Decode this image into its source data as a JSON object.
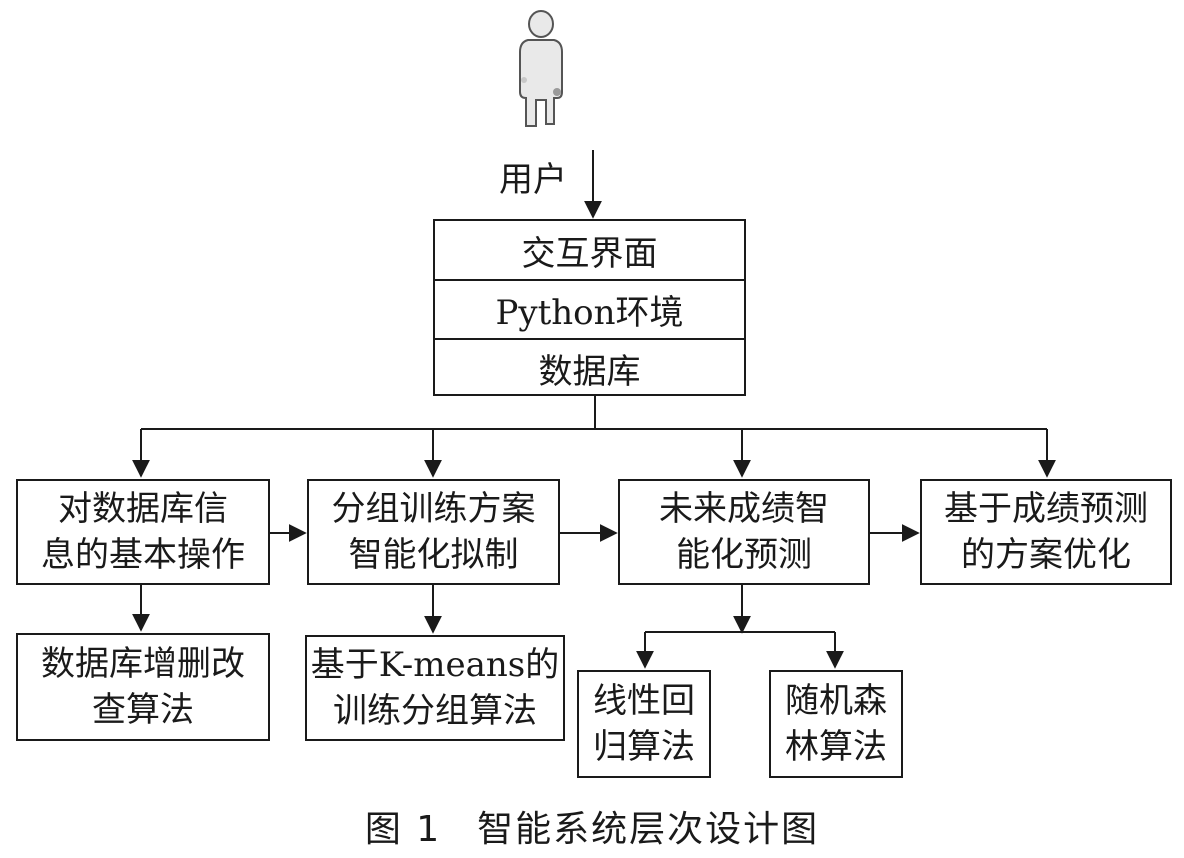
{
  "user": {
    "icon": "user-figure-icon",
    "label": "用户"
  },
  "stack": [
    "交互界面",
    "Python环境",
    "数据库"
  ],
  "modules": {
    "crud": {
      "title": "对数据库信息的基本操作",
      "line1": "对数据库信",
      "line2": "息的基本操作"
    },
    "grouping": {
      "title": "分组训练方案智能化拟制",
      "line1": "分组训练方案",
      "line2": "智能化拟制"
    },
    "prediction": {
      "title": "未来成绩智能化预测",
      "line1": "未来成绩智",
      "line2": "能化预测"
    },
    "optimization": {
      "title": "基于成绩预测的方案优化",
      "line1": "基于成绩预测",
      "line2": "的方案优化"
    }
  },
  "algorithms": {
    "crud": {
      "line1": "数据库增删改",
      "line2": "查算法"
    },
    "kmeans": {
      "line1": "基于K-means的",
      "line2": "训练分组算法"
    },
    "linear": {
      "line1": "线性回",
      "line2": "归算法"
    },
    "forest": {
      "line1": "随机森",
      "line2": "林算法"
    }
  },
  "caption": {
    "number": "图 1",
    "title": "智能系统层次设计图"
  },
  "colors": {
    "line": "#1a1a1a",
    "figure_fill": "#e9e9e9",
    "figure_stroke": "#555555"
  }
}
